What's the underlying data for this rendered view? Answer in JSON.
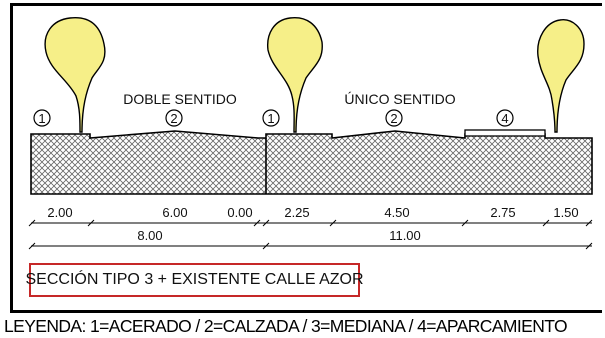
{
  "colors": {
    "tree_crown": "#f6ef88",
    "tree_stroke": "#000000",
    "section_border": "#c62828",
    "hatch": "#666666"
  },
  "labels": {
    "left_direction": "DOBLE SENTIDO",
    "right_direction": "ÚNICO SENTIDO"
  },
  "markers": [
    "1",
    "2",
    "1",
    "2",
    "4"
  ],
  "dimensions": {
    "row1": [
      "2.00",
      "6.00",
      "0.00",
      "2.25",
      "4.50",
      "2.75",
      "1.50"
    ],
    "row2": [
      "8.00",
      "11.00"
    ]
  },
  "section_title": "SECCIÓN TIPO 3 + EXISTENTE CALLE AZOR",
  "legend": "LEYENDA: 1=ACERADO / 2=CALZADA / 3=MEDIANA / 4=APARCAMIENTO"
}
